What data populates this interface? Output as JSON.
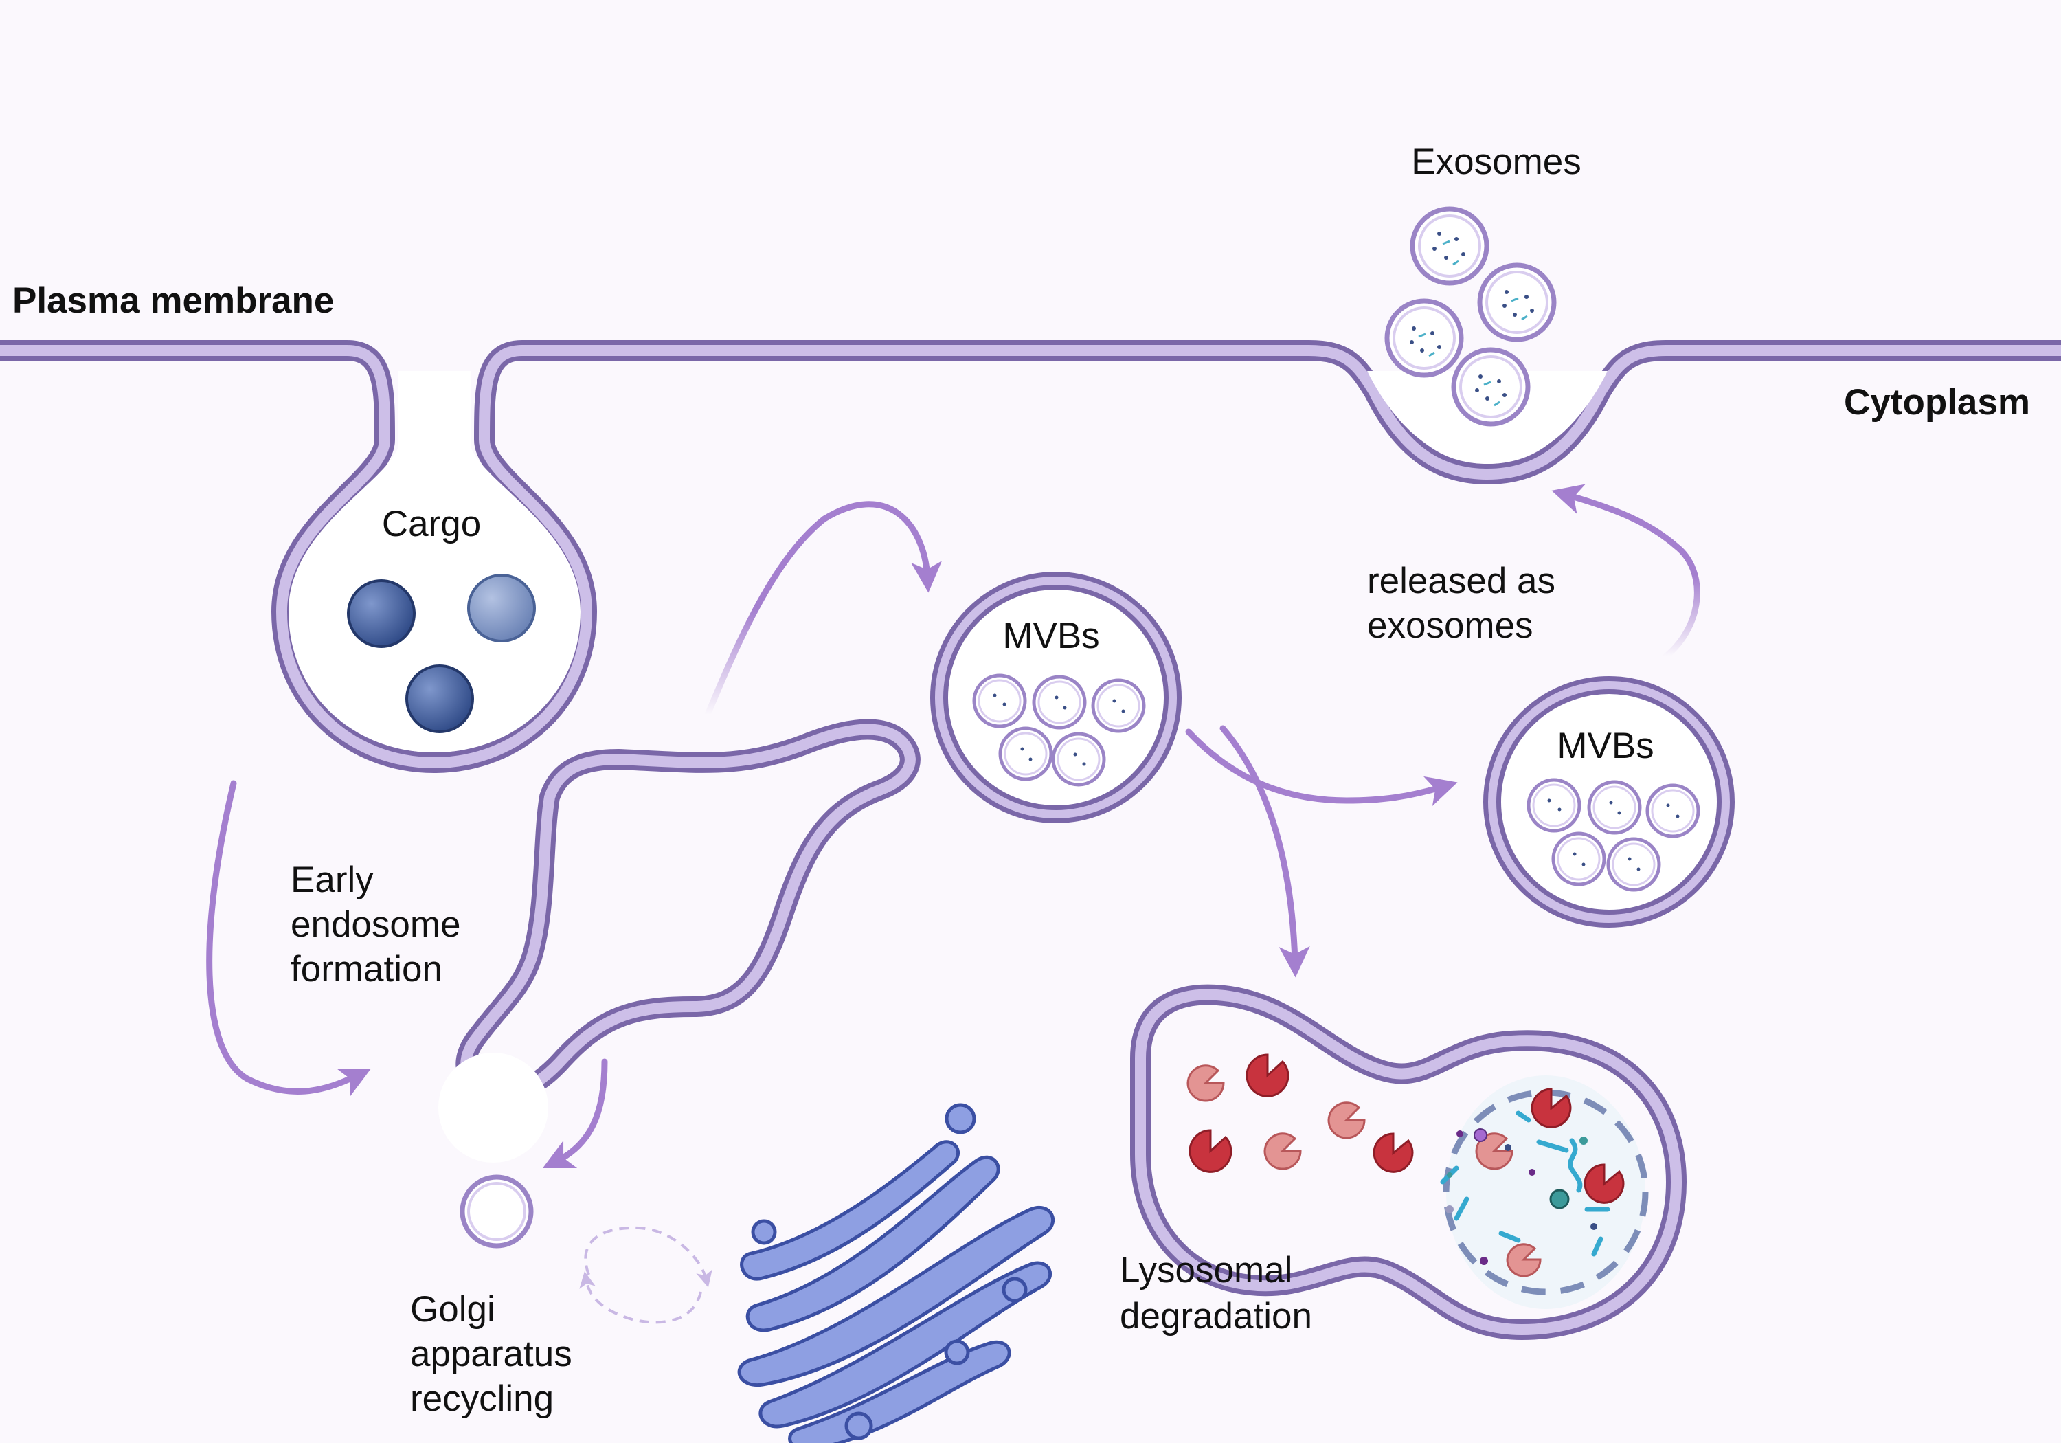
{
  "labels": {
    "plasma_membrane": "Plasma membrane",
    "cytoplasm": "Cytoplasm",
    "exosomes": "Exosomes",
    "cargo": "Cargo",
    "early_endosome": [
      "Early",
      "endosome",
      "formation"
    ],
    "mvbs_1": "MVBs",
    "mvbs_2": "MVBs",
    "released": [
      "released as",
      "exosomes"
    ],
    "lysosomal": [
      "Lysosomal",
      "degradation"
    ],
    "golgi": [
      "Golgi",
      "apparatus",
      "recycling"
    ]
  },
  "colors": {
    "membrane_outer": "#7a67a8",
    "membrane_inner": "#cdbfe8",
    "arrow": "#a47fcf",
    "cargo": "#3d5a99",
    "cargo_light": "#7c92c0",
    "golgi": "#8e9fe2",
    "enzyme_dark": "#c8333e",
    "enzyme_light": "#e39493"
  }
}
